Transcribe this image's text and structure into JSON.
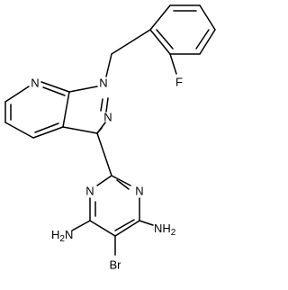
{
  "structure": {
    "atoms": {
      "n_pyridine": "N",
      "n_pyrazole_1": "N",
      "n_pyrazole_2": "N",
      "fluorine": "F",
      "n_pyrimidine_upper": "N",
      "n_pyrimidine_lower": "N",
      "amine_right": "NH",
      "amine_right_sub": "2",
      "amine_left": "H",
      "amine_left_sub": "2",
      "amine_left_n": "N",
      "bromine": "Br"
    }
  }
}
